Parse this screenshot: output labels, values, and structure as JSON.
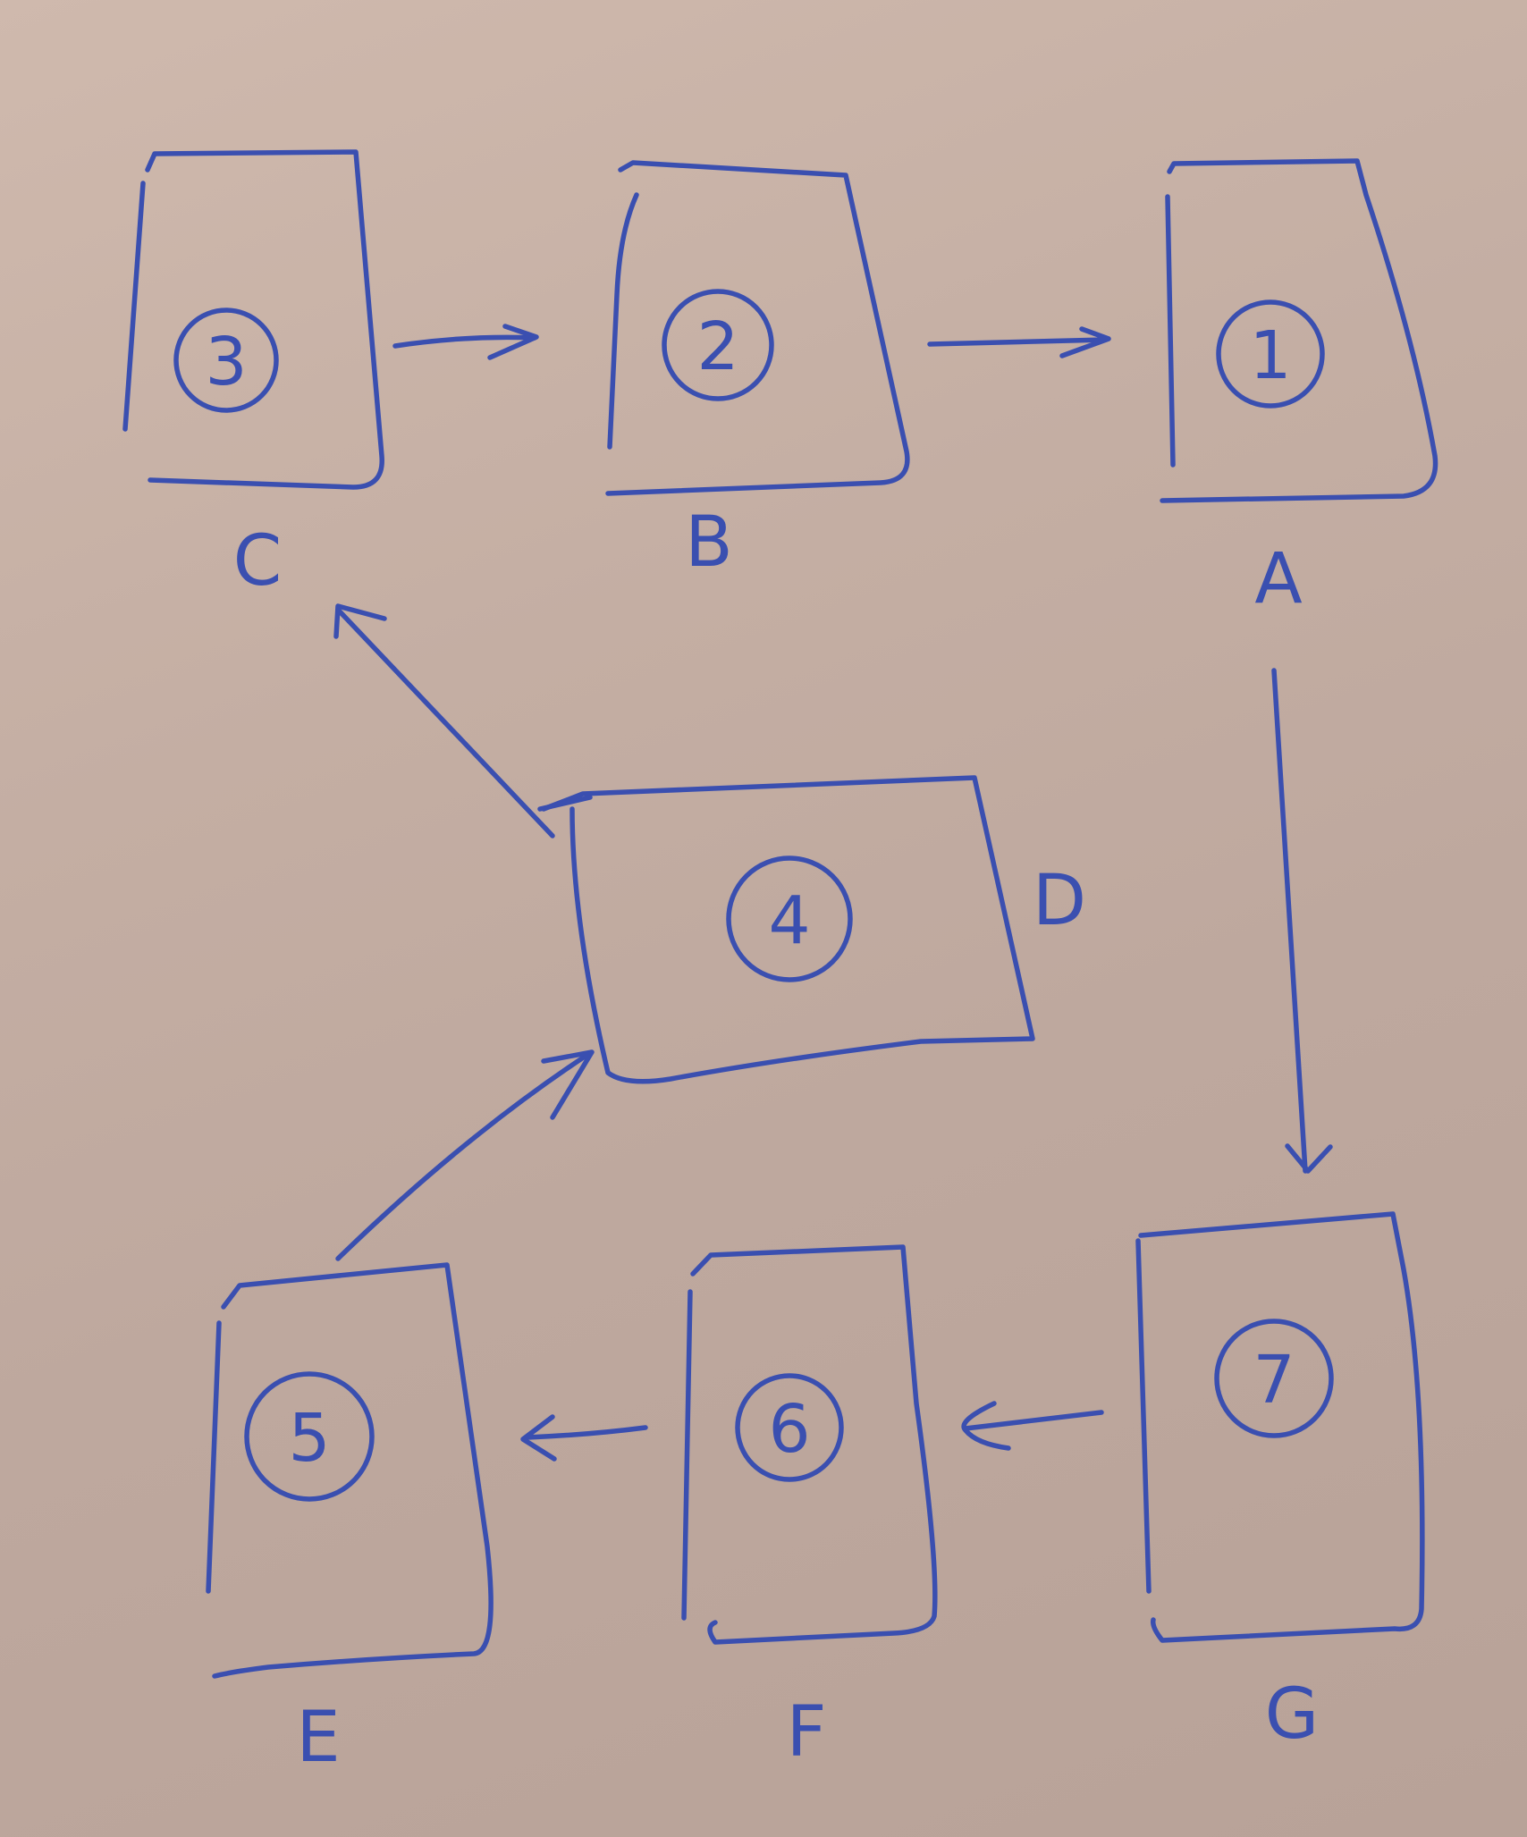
{
  "diagram": {
    "ink_color": "#3a4fb0",
    "nodes": [
      {
        "id": "C",
        "number": "3",
        "letter": "C"
      },
      {
        "id": "B",
        "number": "2",
        "letter": "B"
      },
      {
        "id": "A",
        "number": "1",
        "letter": "A"
      },
      {
        "id": "D",
        "number": "4",
        "letter": "D"
      },
      {
        "id": "E",
        "number": "5",
        "letter": "E"
      },
      {
        "id": "F",
        "number": "6",
        "letter": "F"
      },
      {
        "id": "G",
        "number": "7",
        "letter": "G"
      }
    ],
    "edges": [
      {
        "from": "C",
        "to": "B"
      },
      {
        "from": "B",
        "to": "A"
      },
      {
        "from": "A",
        "to": "G"
      },
      {
        "from": "G",
        "to": "F"
      },
      {
        "from": "F",
        "to": "E"
      },
      {
        "from": "E",
        "to": "D"
      },
      {
        "from": "D",
        "to": "C"
      }
    ]
  }
}
